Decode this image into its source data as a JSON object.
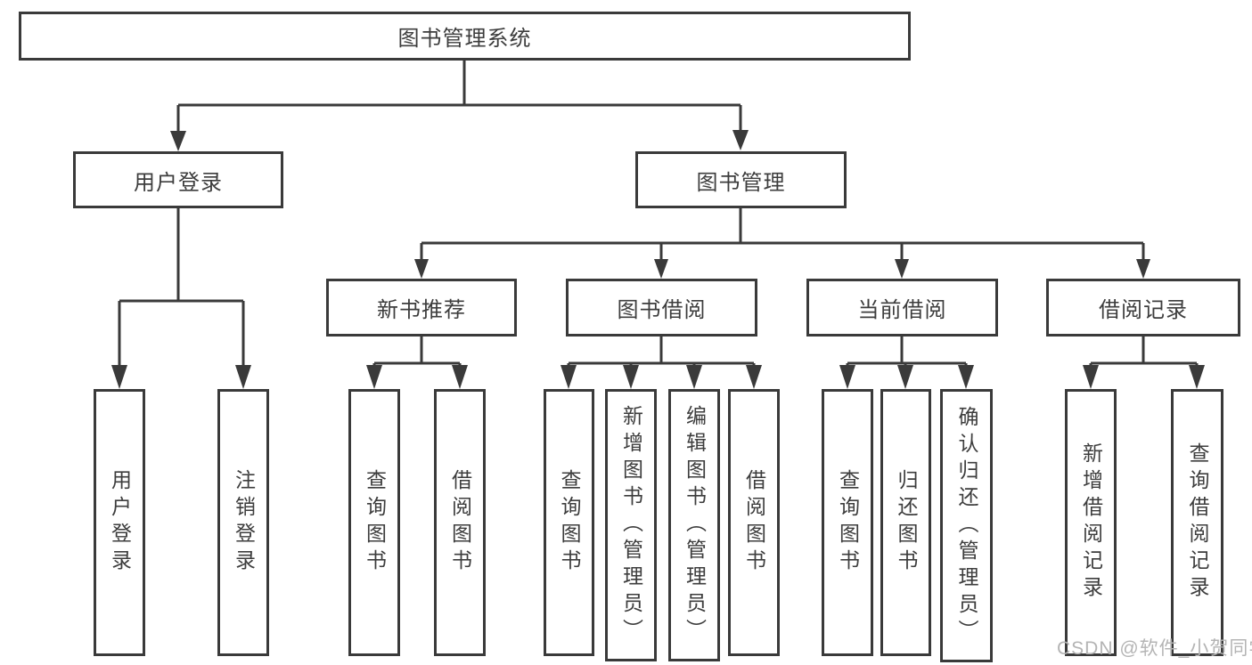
{
  "colors": {
    "line": "#3a3a3a",
    "text": "#3d3d3d",
    "watermark": "#b4b4b4",
    "bg": "#ffffff"
  },
  "watermark": {
    "text": "CSDN @软件_小贺同学"
  },
  "diagram": {
    "type": "tree",
    "root": {
      "label": "图书管理系统",
      "children": [
        {
          "label": "用户登录",
          "children": [
            {
              "label": "用户登录"
            },
            {
              "label": "注销登录"
            }
          ]
        },
        {
          "label": "图书管理",
          "children": [
            {
              "label": "新书推荐",
              "children": [
                {
                  "label": "查询图书"
                },
                {
                  "label": "借阅图书"
                }
              ]
            },
            {
              "label": "图书借阅",
              "children": [
                {
                  "label": "查询图书"
                },
                {
                  "label": "新增图书（管理员）"
                },
                {
                  "label": "编辑图书（管理员）"
                },
                {
                  "label": "借阅图书"
                }
              ]
            },
            {
              "label": "当前借阅",
              "children": [
                {
                  "label": "查询图书"
                },
                {
                  "label": "归还图书"
                },
                {
                  "label": "确认归还（管理员）"
                }
              ]
            },
            {
              "label": "借阅记录",
              "children": [
                {
                  "label": "新增借阅记录"
                },
                {
                  "label": "查询借阅记录"
                }
              ]
            }
          ]
        }
      ]
    }
  }
}
